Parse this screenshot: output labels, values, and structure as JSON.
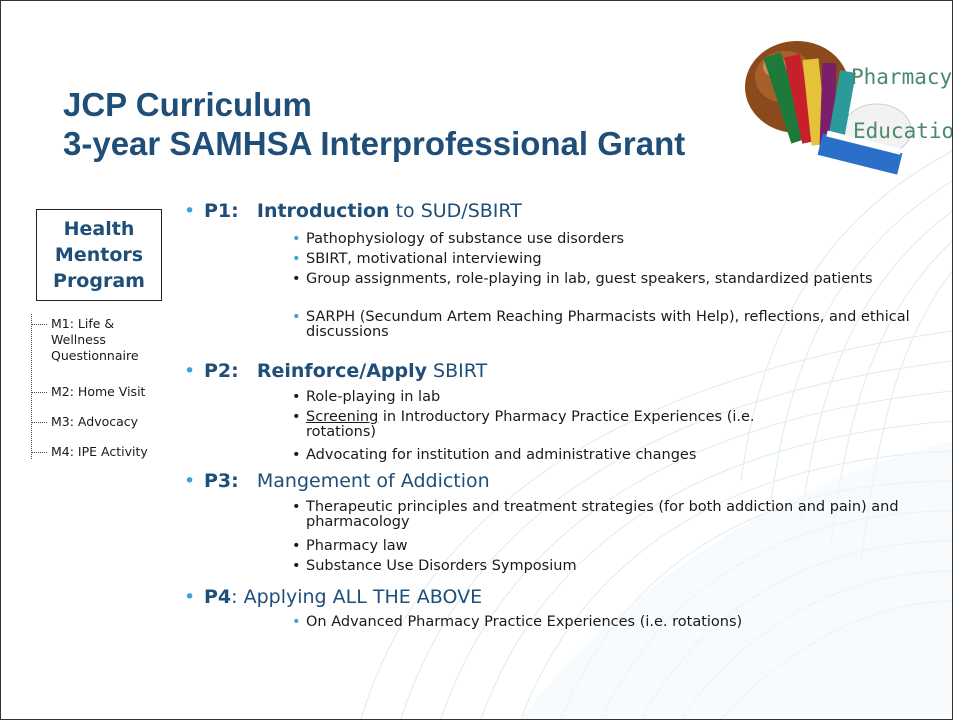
{
  "title": {
    "line1": "JCP Curriculum",
    "line2": "3-year SAMHSA Interprofessional Grant"
  },
  "logo": {
    "line1": "Pharmacy",
    "line2": "Education"
  },
  "health_mentors": {
    "line1": "Health",
    "line2": "Mentors",
    "line3": "Program",
    "items": [
      {
        "label": "M1: Life & Wellness Questionnaire"
      },
      {
        "label": "M2: Home Visit"
      },
      {
        "label": "M3: Advocacy"
      },
      {
        "label": "M4: IPE Activity"
      }
    ]
  },
  "sections": [
    {
      "code": "P1:",
      "title_bold": "Introduction",
      "title_rest": " to SUD/SBIRT",
      "items": [
        "Pathophysiology of substance use disorders",
        "SBIRT, motivational interviewing",
        "Group assignments, role-playing in lab, guest speakers, standardized patients",
        "SARPH (Secundum Artem Reaching Pharmacists with Help), reflections, and ethical discussions"
      ]
    },
    {
      "code": "P2:",
      "title_bold": "Reinforce/Apply",
      "title_rest": " SBIRT",
      "items": [
        "Role-playing in lab",
        "Screening",
        " in Introductory Pharmacy Practice Experiences (i.e. rotations)",
        "Advocating for institution and administrative changes"
      ]
    },
    {
      "code": "P3:",
      "title_bold": "",
      "title_rest": "Mangement of Addiction",
      "items": [
        "Therapeutic principles and treatment strategies (for both addiction and pain) and pharmacology",
        "Pharmacy law",
        "Substance Use Disorders Symposium"
      ]
    },
    {
      "code": "P4",
      "title_bold": "",
      "title_rest": ": Applying ALL THE ABOVE",
      "items": [
        "On Advanced Pharmacy Practice Experiences (i.e. rotations)"
      ]
    }
  ],
  "colors": {
    "title": "#1f4e79",
    "bullet_accent": "#3aa3d8",
    "logo_text": "#4a8a6a"
  }
}
